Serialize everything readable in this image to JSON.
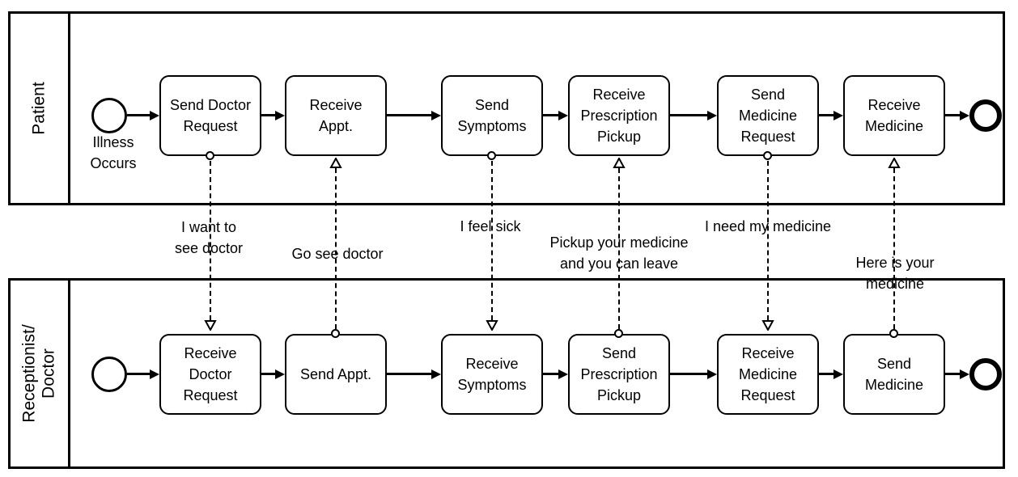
{
  "colors": {
    "stroke": "#000000",
    "fill": "#ffffff"
  },
  "pools": [
    {
      "lane_label": "Patient",
      "start_event_label": "Illness\nOccurs",
      "tasks": [
        "Send Doctor\nRequest",
        "Receive\nAppt.",
        "Send\nSymptoms",
        "Receive\nPrescription\nPickup",
        "Send\nMedicine\nRequest",
        "Receive\nMedicine"
      ]
    },
    {
      "lane_label": "Receptionist/\nDoctor",
      "tasks": [
        "Receive\nDoctor\nRequest",
        "Send Appt.",
        "Receive\nSymptoms",
        "Send\nPrescription\nPickup",
        "Receive\nMedicine\nRequest",
        "Send\nMedicine"
      ]
    }
  ],
  "message_flows": [
    {
      "label": "I want to\nsee doctor",
      "from": "Send Doctor Request",
      "to": "Receive Doctor Request",
      "direction": "down"
    },
    {
      "label": "Go see doctor",
      "from": "Send Appt.",
      "to": "Receive Appt.",
      "direction": "up"
    },
    {
      "label": "I feel sick",
      "from": "Send Symptoms",
      "to": "Receive Symptoms",
      "direction": "down"
    },
    {
      "label": "Pickup your medicine\nand you can leave",
      "from": "Send Prescription Pickup",
      "to": "Receive Prescription Pickup",
      "direction": "up"
    },
    {
      "label": "I need my medicine",
      "from": "Send Medicine Request",
      "to": "Receive Medicine Request",
      "direction": "down"
    },
    {
      "label": "Here is your medicine",
      "from": "Send Medicine",
      "to": "Receive Medicine",
      "direction": "up"
    }
  ]
}
